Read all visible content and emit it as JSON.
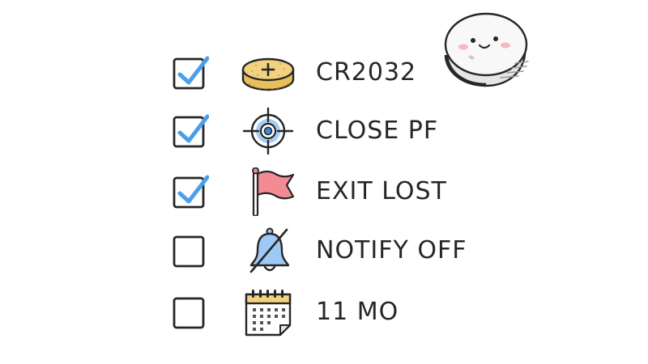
{
  "checklist": {
    "items": [
      {
        "label": "CR2032",
        "checked": true,
        "icon": "coin-battery-icon"
      },
      {
        "label": "CLOSE PF",
        "checked": true,
        "icon": "crosshair-target-icon"
      },
      {
        "label": "EXIT LOST",
        "checked": true,
        "icon": "flag-icon"
      },
      {
        "label": "NOTIFY OFF",
        "checked": false,
        "icon": "bell-off-icon"
      },
      {
        "label": "11 MO",
        "checked": false,
        "icon": "calendar-icon"
      }
    ]
  },
  "mascot": {
    "icon": "smiling-coin-battery-mascot"
  },
  "colors": {
    "check": "#4a9eea",
    "ink": "#262626",
    "coin": "#f2d27e",
    "flag": "#f28b94",
    "bell": "#9ec8f5",
    "target": "#a7cdf6"
  }
}
